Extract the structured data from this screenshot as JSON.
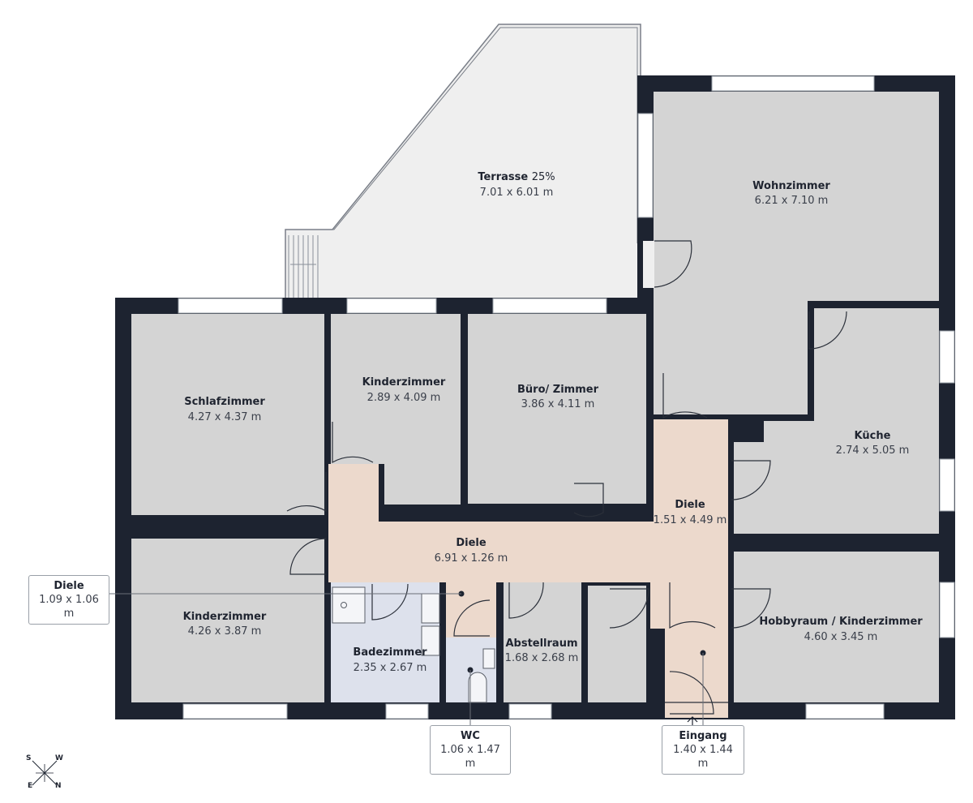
{
  "rooms": {
    "terrasse": {
      "name": "Terrasse",
      "pct": "25%",
      "dims": "7.01 x 6.01 m"
    },
    "wohnzimmer": {
      "name": "Wohnzimmer",
      "dims": "6.21 x 7.10 m"
    },
    "schlafzimmer": {
      "name": "Schlafzimmer",
      "dims": "4.27 x 4.37 m"
    },
    "kinderzimmer1": {
      "name": "Kinderzimmer",
      "dims": "2.89 x 4.09 m"
    },
    "buero": {
      "name": "Büro/ Zimmer",
      "dims": "3.86 x 4.11 m"
    },
    "kueche": {
      "name": "Küche",
      "dims": "2.74 x 5.05 m"
    },
    "diele_vertical": {
      "name": "Diele",
      "dims": "1.51 x 4.49 m"
    },
    "diele_main": {
      "name": "Diele",
      "dims": "6.91 x 1.26 m"
    },
    "kinderzimmer2": {
      "name": "Kinderzimmer",
      "dims": "4.26 x 3.87 m"
    },
    "badezimmer": {
      "name": "Badezimmer",
      "dims": "2.35 x 2.67 m"
    },
    "abstellraum": {
      "name": "Abstellraum",
      "dims": "1.68 x 2.68 m"
    },
    "hobbyraum": {
      "name": "Hobbyraum / Kinderzimmer",
      "dims": "4.60 x 3.45 m"
    }
  },
  "callouts": {
    "diele_small": {
      "name": "Diele",
      "dims": "1.09 x 1.06 m"
    },
    "wc": {
      "name": "WC",
      "dims": "1.06 x 1.47 m"
    },
    "eingang": {
      "name": "Eingang",
      "dims": "1.40 x 1.44 m"
    }
  },
  "compass": {
    "s": "S",
    "w": "W",
    "e": "E",
    "n": "N"
  },
  "colors": {
    "wall": "#1d2330",
    "room": "#d4d4d4",
    "hall": "#ecd9cc",
    "bath": "#dde1ec",
    "terrace": "#efefef"
  }
}
